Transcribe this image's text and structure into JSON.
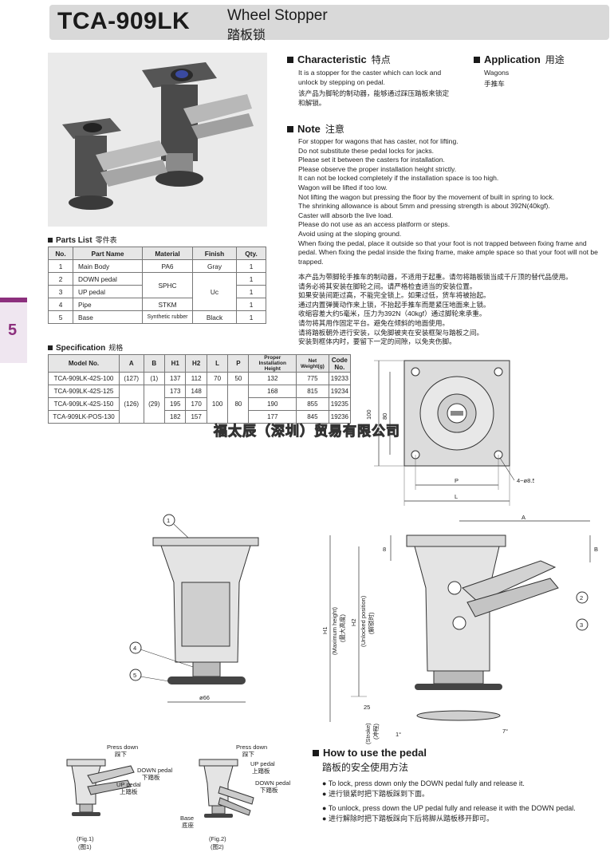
{
  "header": {
    "model": "TCA-909LK",
    "title_en": "Wheel Stopper",
    "title_cn": "踏板锁"
  },
  "side_tab": {
    "number": "5"
  },
  "characteristic": {
    "heading": "Characteristic",
    "heading_cn": "特点",
    "en": "It is a stopper for the caster which can lock and unlock by stepping on pedal.",
    "cn": "该产品为脚轮的制动器，能够通过踩压踏板来锁定和解锁。"
  },
  "application": {
    "heading": "Application",
    "heading_cn": "用途",
    "en": "Wagons",
    "cn": "手推车"
  },
  "note": {
    "heading": "Note",
    "heading_cn": "注意",
    "en_lines": [
      "For stopper for wagons that has caster, not for lifting.",
      "Do not substitute these pedal locks for jacks.",
      "Please set it between the casters for installation.",
      "Please observe the proper installation height strictly.",
      "It can not be locked completely if the installation space is too high.",
      "Wagon will be lifted if too low.",
      "Not lifting the wagon but pressing the floor by the movement of built in spring to lock.",
      "The shrinking allowance is about 5mm and pressing strength is about 392N(40kgf).",
      "Caster will absorb the live load.",
      "Please do not use as an access platform or steps.",
      "Avoid using at the sloping ground.",
      "When fixing the pedal, place it outside so that your foot is not trapped between fixing frame and pedal. When fixing the pedal inside the fixing frame, make ample space so that your foot will not be trapped."
    ],
    "cn_lines": [
      "本产品为带脚轮手推车的制动器，不适用于起重。请勿将踏板锁当成千斤顶的替代品使用。",
      "请务必将其安装在脚轮之间。请严格检查适当的安装位置。",
      "如果安装间距过高，不能完全锁上。如果过低，货车将被抬起。",
      "通过内置弹簧动作来上锁，不抬起手推车而是紧压地面来上锁。",
      "收缩容差大约5毫米，压力为392N（40kgf）通过脚轮来承重。",
      "请勿将其用作固定平台。避免在倾斜的地面使用。",
      "请将踏板朝外进行安装，以免脚被夹在安装框架与踏板之间。",
      "安装到框体内时，要留下一定的间隙，以免夹伤脚。"
    ]
  },
  "parts_list": {
    "heading": "Parts List",
    "heading_cn": "零件表",
    "columns": [
      "No.",
      "Part Name",
      "Material",
      "Finish",
      "Qty."
    ],
    "rows": [
      {
        "no": "1",
        "name": "Main Body",
        "material": "PA6",
        "finish": "Gray",
        "qty": "1"
      },
      {
        "no": "2",
        "name": "DOWN pedal",
        "material": "SPHC",
        "finish": "Uc",
        "qty": "1"
      },
      {
        "no": "3",
        "name": "UP pedal",
        "material": "",
        "finish": "",
        "qty": "1"
      },
      {
        "no": "4",
        "name": "Pipe",
        "material": "STKM",
        "finish": "",
        "qty": "1"
      },
      {
        "no": "5",
        "name": "Base",
        "material": "Synthetic rubber",
        "finish": "Black",
        "qty": "1"
      }
    ]
  },
  "specification": {
    "heading": "Specification",
    "heading_cn": "规格",
    "columns": [
      "Model No.",
      "A",
      "B",
      "H1",
      "H2",
      "L",
      "P",
      "Proper Installation Height",
      "Net Weight(g)",
      "Code No."
    ],
    "rows": [
      {
        "model": "TCA-909LK-42S-100",
        "a": "(127)",
        "b": "(1)",
        "h1": "137",
        "h2": "112",
        "l": "70",
        "p": "50",
        "height": "132",
        "weight": "775",
        "code": "19233"
      },
      {
        "model": "TCA-909LK-42S-125",
        "a": "",
        "b": "",
        "h1": "173",
        "h2": "148",
        "l": "",
        "p": "",
        "height": "168",
        "weight": "815",
        "code": "19234"
      },
      {
        "model": "TCA-909LK-42S-150",
        "a": "(126)",
        "b": "(29)",
        "h1": "195",
        "h2": "170",
        "l": "100",
        "p": "80",
        "height": "190",
        "weight": "855",
        "code": "19235"
      },
      {
        "model": "TCA-909LK-POS-130",
        "a": "",
        "b": "",
        "h1": "182",
        "h2": "157",
        "l": "",
        "p": "",
        "height": "177",
        "weight": "845",
        "code": "19236"
      }
    ]
  },
  "watermark": "福太辰（深圳）贸易有限公司",
  "drawings": {
    "top_view": {
      "d100": "100",
      "d80": "80",
      "p": "P",
      "l": "L",
      "holes": "4−ø8.5"
    },
    "front_view": {
      "c1": "1",
      "c4": "4",
      "c5": "5",
      "d66": "ø66"
    },
    "side_view": {
      "a": "A",
      "b": "B",
      "d8": "8",
      "h1": "H1",
      "h1_note": "(Maximum height)",
      "h1_cn": "(最大高度)",
      "h2": "H2",
      "h2_note": "(Unlocked position)",
      "h2_cn": "(解锁时)",
      "d25": "25",
      "stroke": "(Stroke)",
      "stroke_cn": "(冲程)",
      "c2": "2",
      "c3": "3",
      "ang1": "1°",
      "ang2": "7°"
    },
    "fig1": {
      "press_down": "Press down",
      "press_down_cn": "踩下",
      "down_pedal": "DOWN pedal",
      "down_pedal_cn": "下踏板",
      "up_pedal": "UP pedal",
      "up_pedal_cn": "上踏板",
      "caption": "(Fig.1)",
      "caption_cn": "(图1)"
    },
    "fig2": {
      "press_down": "Press down",
      "press_down_cn": "踩下",
      "up_pedal": "UP pedal",
      "up_pedal_cn": "上踏板",
      "down_pedal": "DOWN pedal",
      "down_pedal_cn": "下踏板",
      "base": "Base",
      "base_cn": "底座",
      "caption": "(Fig.2)",
      "caption_cn": "(图2)"
    }
  },
  "how_to": {
    "heading": "How to use the pedal",
    "heading_cn": "踏板的安全使用方法",
    "items": [
      {
        "en": "To lock, press down only the DOWN pedal fully and release it.",
        "cn": "进行锁紧时把下踏板踩到下面。"
      },
      {
        "en": "To unlock, press down the UP pedal fully and release it with the DOWN pedal.",
        "cn": "进行解除时把下踏板踩向下后将脚从踏板移开即可。"
      }
    ]
  }
}
